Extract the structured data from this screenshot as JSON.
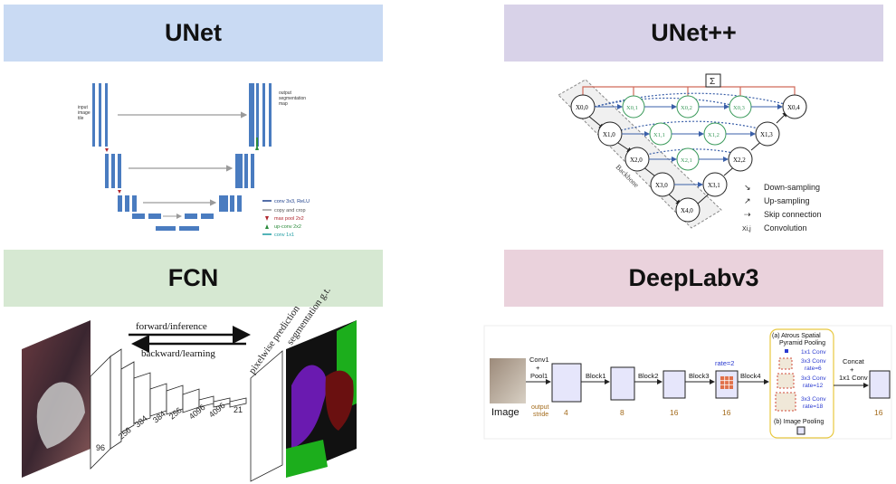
{
  "headers": {
    "unet": "UNet",
    "unetpp": "UNet++",
    "fcn": "FCN",
    "deeplab": "DeepLabv3"
  },
  "colors": {
    "unet_header": "#c9daf3",
    "unetpp_header": "#d8d2e8",
    "fcn_header": "#d6e8d2",
    "deeplab_header": "#ead2dc",
    "unet_block": "#4a7cc0",
    "deeplab_box": "#e6e6fb"
  },
  "unet": {
    "input_label": [
      "input",
      "image",
      "tile"
    ],
    "output_label": [
      "output",
      "segmentation",
      "map"
    ],
    "legend": [
      {
        "text": "conv 3x3, ReLU",
        "color": "#1b3e8a"
      },
      {
        "text": "copy and crop",
        "color": "#9a9a9a"
      },
      {
        "text": "max pool 2x2",
        "color": "#b0262e"
      },
      {
        "text": "up-conv 2x2",
        "color": "#2a8a3a"
      },
      {
        "text": "conv 1x1",
        "color": "#1a9aa0"
      }
    ]
  },
  "unetpp": {
    "sum_symbol": "Σ",
    "nodes_main": [
      "X0,0",
      "X1,0",
      "X2,0",
      "X3,0",
      "X4,0",
      "X3,1",
      "X2,2",
      "X1,3",
      "X0,4"
    ],
    "nodes_green": [
      "X0,1",
      "X0,2",
      "X0,3",
      "X1,1",
      "X1,2",
      "X2,1"
    ],
    "backbone_label": "Backbone",
    "legend": [
      {
        "symbol": "↘",
        "text": "Down-sampling"
      },
      {
        "symbol": "↗",
        "text": "Up-sampling"
      },
      {
        "symbol": "⇢",
        "text": "Skip connection"
      },
      {
        "symbol": "Xi,j",
        "text": "Convolution"
      }
    ]
  },
  "fcn": {
    "forward": "forward/inference",
    "backward": "backward/learning",
    "prediction": "pixelwise prediction",
    "groundtruth": "segmentation g.t.",
    "layer_labels": [
      "96",
      "256",
      "384",
      "384",
      "256",
      "4096",
      "4096",
      "21"
    ]
  },
  "deeplab": {
    "image_label": "Image",
    "conv1": [
      "Conv1",
      "+",
      "Pool1"
    ],
    "output_stride": [
      "output",
      "stride"
    ],
    "blocks": [
      "Block1",
      "Block2",
      "Block3",
      "Block4"
    ],
    "strides": [
      "4",
      "8",
      "16",
      "16",
      "16"
    ],
    "rate": "rate=2",
    "aspp_title": [
      "(a) Atrous Spatial",
      "Pyramid Pooling"
    ],
    "aspp_items": [
      [
        "1x1 Conv"
      ],
      [
        "3x3 Conv",
        "rate=6"
      ],
      [
        "3x3 Conv",
        "rate=12"
      ],
      [
        "3x3 Conv",
        "rate=18"
      ]
    ],
    "image_pooling": "(b) Image Pooling",
    "concat": [
      "Concat",
      "+",
      "1x1 Conv"
    ]
  }
}
